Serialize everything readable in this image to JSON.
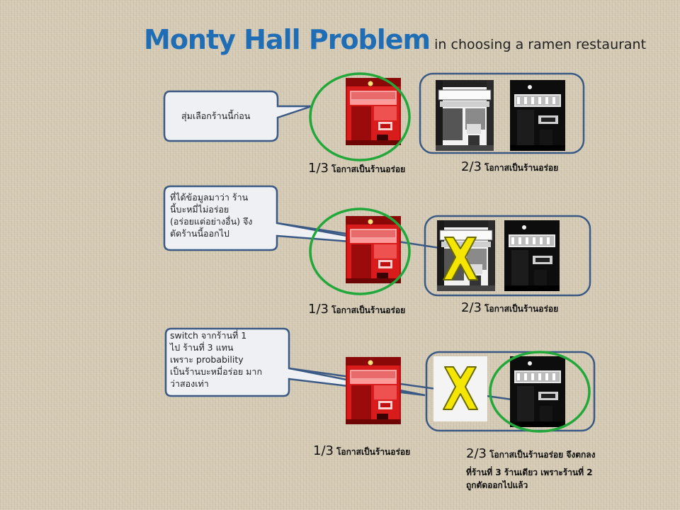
{
  "title": {
    "main": "Monty Hall Problem",
    "subtitle": "in choosing a ramen restaurant"
  },
  "rows": [
    {
      "callout": "สุ่มเลือกร้านนี้ก่อน",
      "left_prob": {
        "fraction": "1/3",
        "text": "โอกาสเป็นร้านอร่อย"
      },
      "right_prob": {
        "fraction": "2/3",
        "text": "โอกาสเป็นร้านอร่อย"
      }
    },
    {
      "callout": "ที่ได้ข้อมูลมาว่า ร้าน\nนี้บะหมี่ไม่อร่อย\n(อร่อยแต่อย่างอื่น) จึง\nตัดร้านนี้ออกไป",
      "left_prob": {
        "fraction": "1/3",
        "text": "โอกาสเป็นร้านอร่อย"
      },
      "right_prob": {
        "fraction": "2/3",
        "text": "โอกาสเป็นร้านอร่อย"
      }
    },
    {
      "callout": "switch จากร้านที่ 1\nไป ร้านที่ 3 แทน\nเพราะ probability\nเป็นร้านบะหมี่อร่อย มาก\nว่าสองเท่า",
      "left_prob": {
        "fraction": "1/3",
        "text": "โอกาสเป็นร้านอร่อย"
      },
      "right_prob": {
        "fraction": "2/3",
        "text": "โอกาสเป็นร้านอร่อย  จึงตกลง"
      },
      "note": "ที่ร้านที่ 3 ร้านเดียว เพราะร้านที่ 2\nถูกตัดออกไปแล้ว"
    }
  ],
  "colors": {
    "title_blue": "#1f6db5",
    "selection_green": "#22a83a",
    "group_border": "#3a5a85",
    "red_shop": "#e02020",
    "cross_yellow": "#f4e600"
  }
}
